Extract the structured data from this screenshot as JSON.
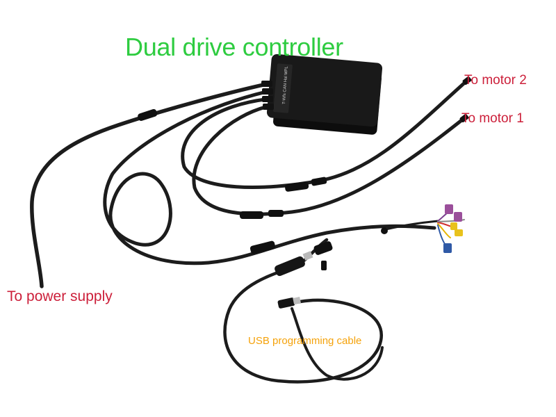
{
  "labels": {
    "title": "Dual drive controller",
    "motor2": "To motor 2",
    "motor1": "To motor 1",
    "power": "To power supply",
    "usb": "USB programming cable"
  },
  "colors": {
    "title": "#2ecc40",
    "callout": "#cc1f3a",
    "usb": "#f5a20a",
    "cable": "#1c1c1c",
    "controller_body": "#141414",
    "connector_purple": "#9b4f9b",
    "connector_yellow": "#e8c21c",
    "connector_blue": "#2f59a6"
  },
  "controller": {
    "label_text": "T-Wfs  CAN  Hal  MPL"
  }
}
